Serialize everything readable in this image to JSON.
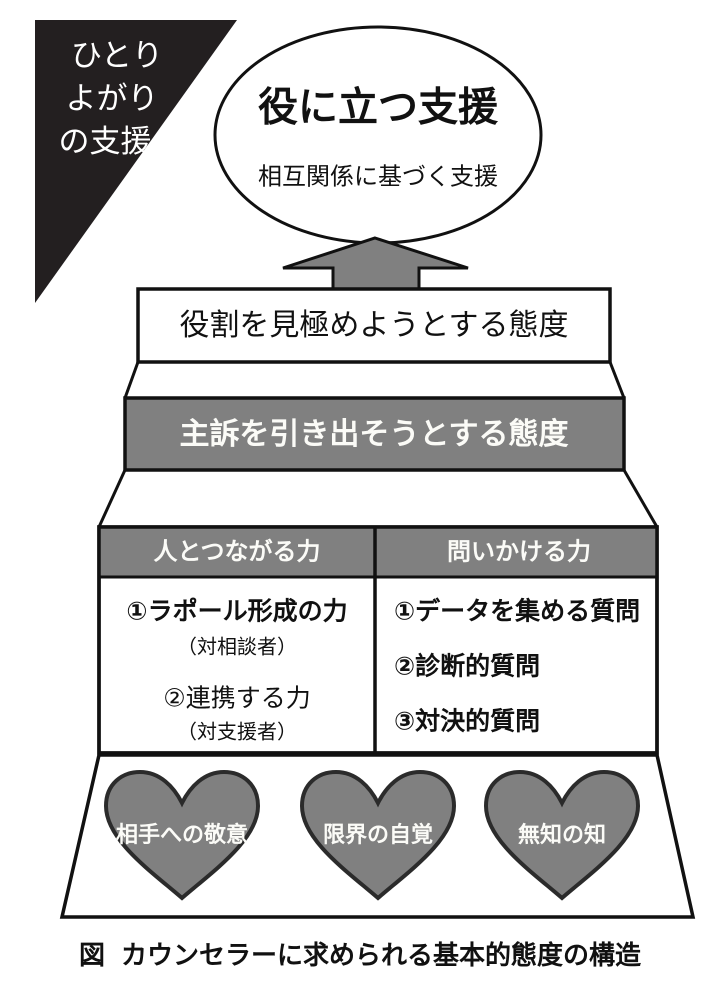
{
  "figure": {
    "caption_prefix": "図",
    "caption_text": "カウンセラーに求められる基本的態度の構造"
  },
  "warning_triangle": {
    "lines": [
      "ひとり",
      "よがり",
      "の支援"
    ],
    "fill": "#231f20",
    "text_color": "#ffffff"
  },
  "goal_ellipse": {
    "title": "役に立つ支援",
    "subtitle": "相互関係に基づく支援",
    "fill": "#ffffff",
    "stroke": "#111111"
  },
  "arrow": {
    "name": "up-arrow",
    "fill": "#808080",
    "stroke": "#111111"
  },
  "levels": [
    {
      "id": "level-role",
      "label": "役割を見極めようとする態度",
      "fill": "#ffffff",
      "text_color": "#111111"
    },
    {
      "id": "level-complaint",
      "label": "主訴を引き出そうとする態度",
      "fill": "#808080",
      "text_color": "#ffffff"
    }
  ],
  "skills_table": {
    "header_fill": "#808080",
    "header_text_color": "#ffffff",
    "body_fill": "#ffffff",
    "body_text_color": "#111111",
    "columns": [
      {
        "header": "人とつながる力",
        "items": [
          {
            "main": "①ラポール形成の力",
            "sub": "（対相談者）"
          },
          {
            "main": "②連携する力",
            "sub": "（対支援者）"
          }
        ]
      },
      {
        "header": "問いかける力",
        "items": [
          {
            "main": "①データを集める質問",
            "sub": ""
          },
          {
            "main": "②診断的質問",
            "sub": ""
          },
          {
            "main": "③対決的質問",
            "sub": ""
          }
        ]
      }
    ]
  },
  "foundation": {
    "fill": "#808080",
    "stroke": "#2b2b2b",
    "text_color": "#fbfbf7",
    "hearts": [
      {
        "label": "相手への敬意"
      },
      {
        "label": "限界の自覚"
      },
      {
        "label": "無知の知"
      }
    ]
  },
  "colors": {
    "gray": "#808080",
    "black": "#111111",
    "triangle_black": "#231f20",
    "white": "#ffffff"
  }
}
